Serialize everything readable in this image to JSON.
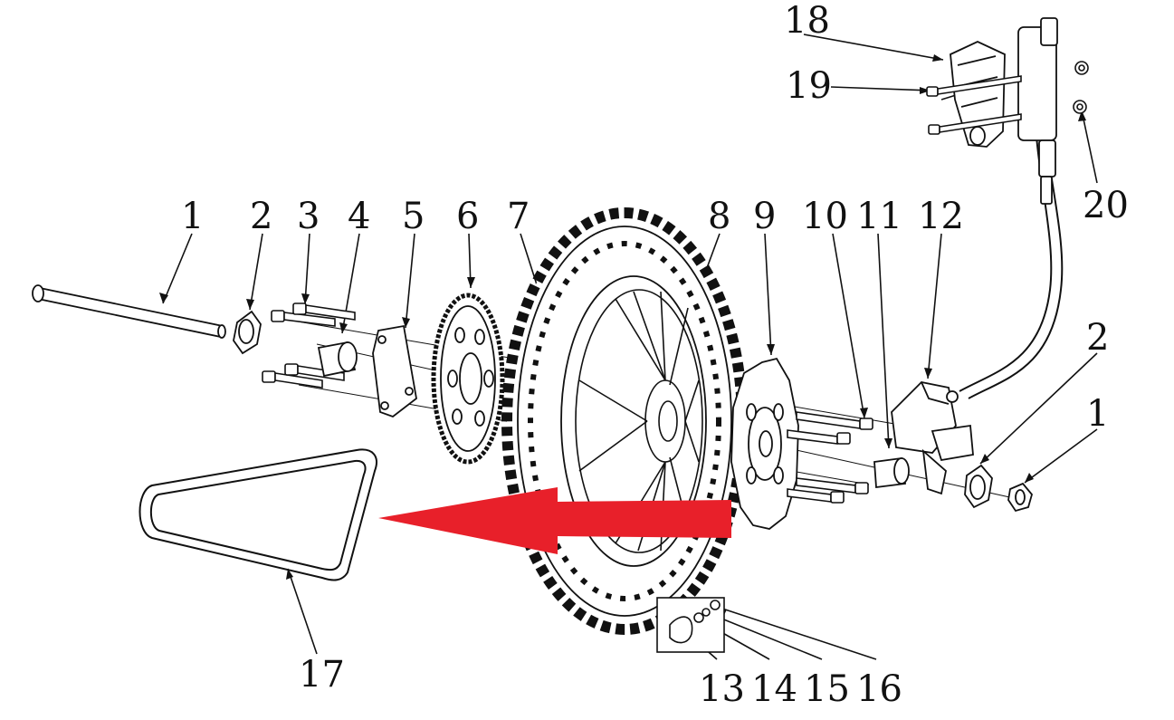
{
  "colors": {
    "line": "#111111",
    "arrow": "#e8202a",
    "background": "#ffffff"
  },
  "callouts": [
    {
      "id": "c1a",
      "text": "1"
    },
    {
      "id": "c2a",
      "text": "2"
    },
    {
      "id": "c3",
      "text": "3"
    },
    {
      "id": "c4",
      "text": "4"
    },
    {
      "id": "c5",
      "text": "5"
    },
    {
      "id": "c6",
      "text": "6"
    },
    {
      "id": "c7",
      "text": "7"
    },
    {
      "id": "c8",
      "text": "8"
    },
    {
      "id": "c9",
      "text": "9"
    },
    {
      "id": "c10",
      "text": "10"
    },
    {
      "id": "c11",
      "text": "11"
    },
    {
      "id": "c12",
      "text": "12"
    },
    {
      "id": "c2b",
      "text": "2"
    },
    {
      "id": "c1b",
      "text": "1"
    },
    {
      "id": "c13",
      "text": "13"
    },
    {
      "id": "c14",
      "text": "14"
    },
    {
      "id": "c15",
      "text": "15"
    },
    {
      "id": "c16",
      "text": "16"
    },
    {
      "id": "c17",
      "text": "17"
    },
    {
      "id": "c18",
      "text": "18"
    },
    {
      "id": "c19",
      "text": "19"
    },
    {
      "id": "c20",
      "text": "20"
    }
  ]
}
